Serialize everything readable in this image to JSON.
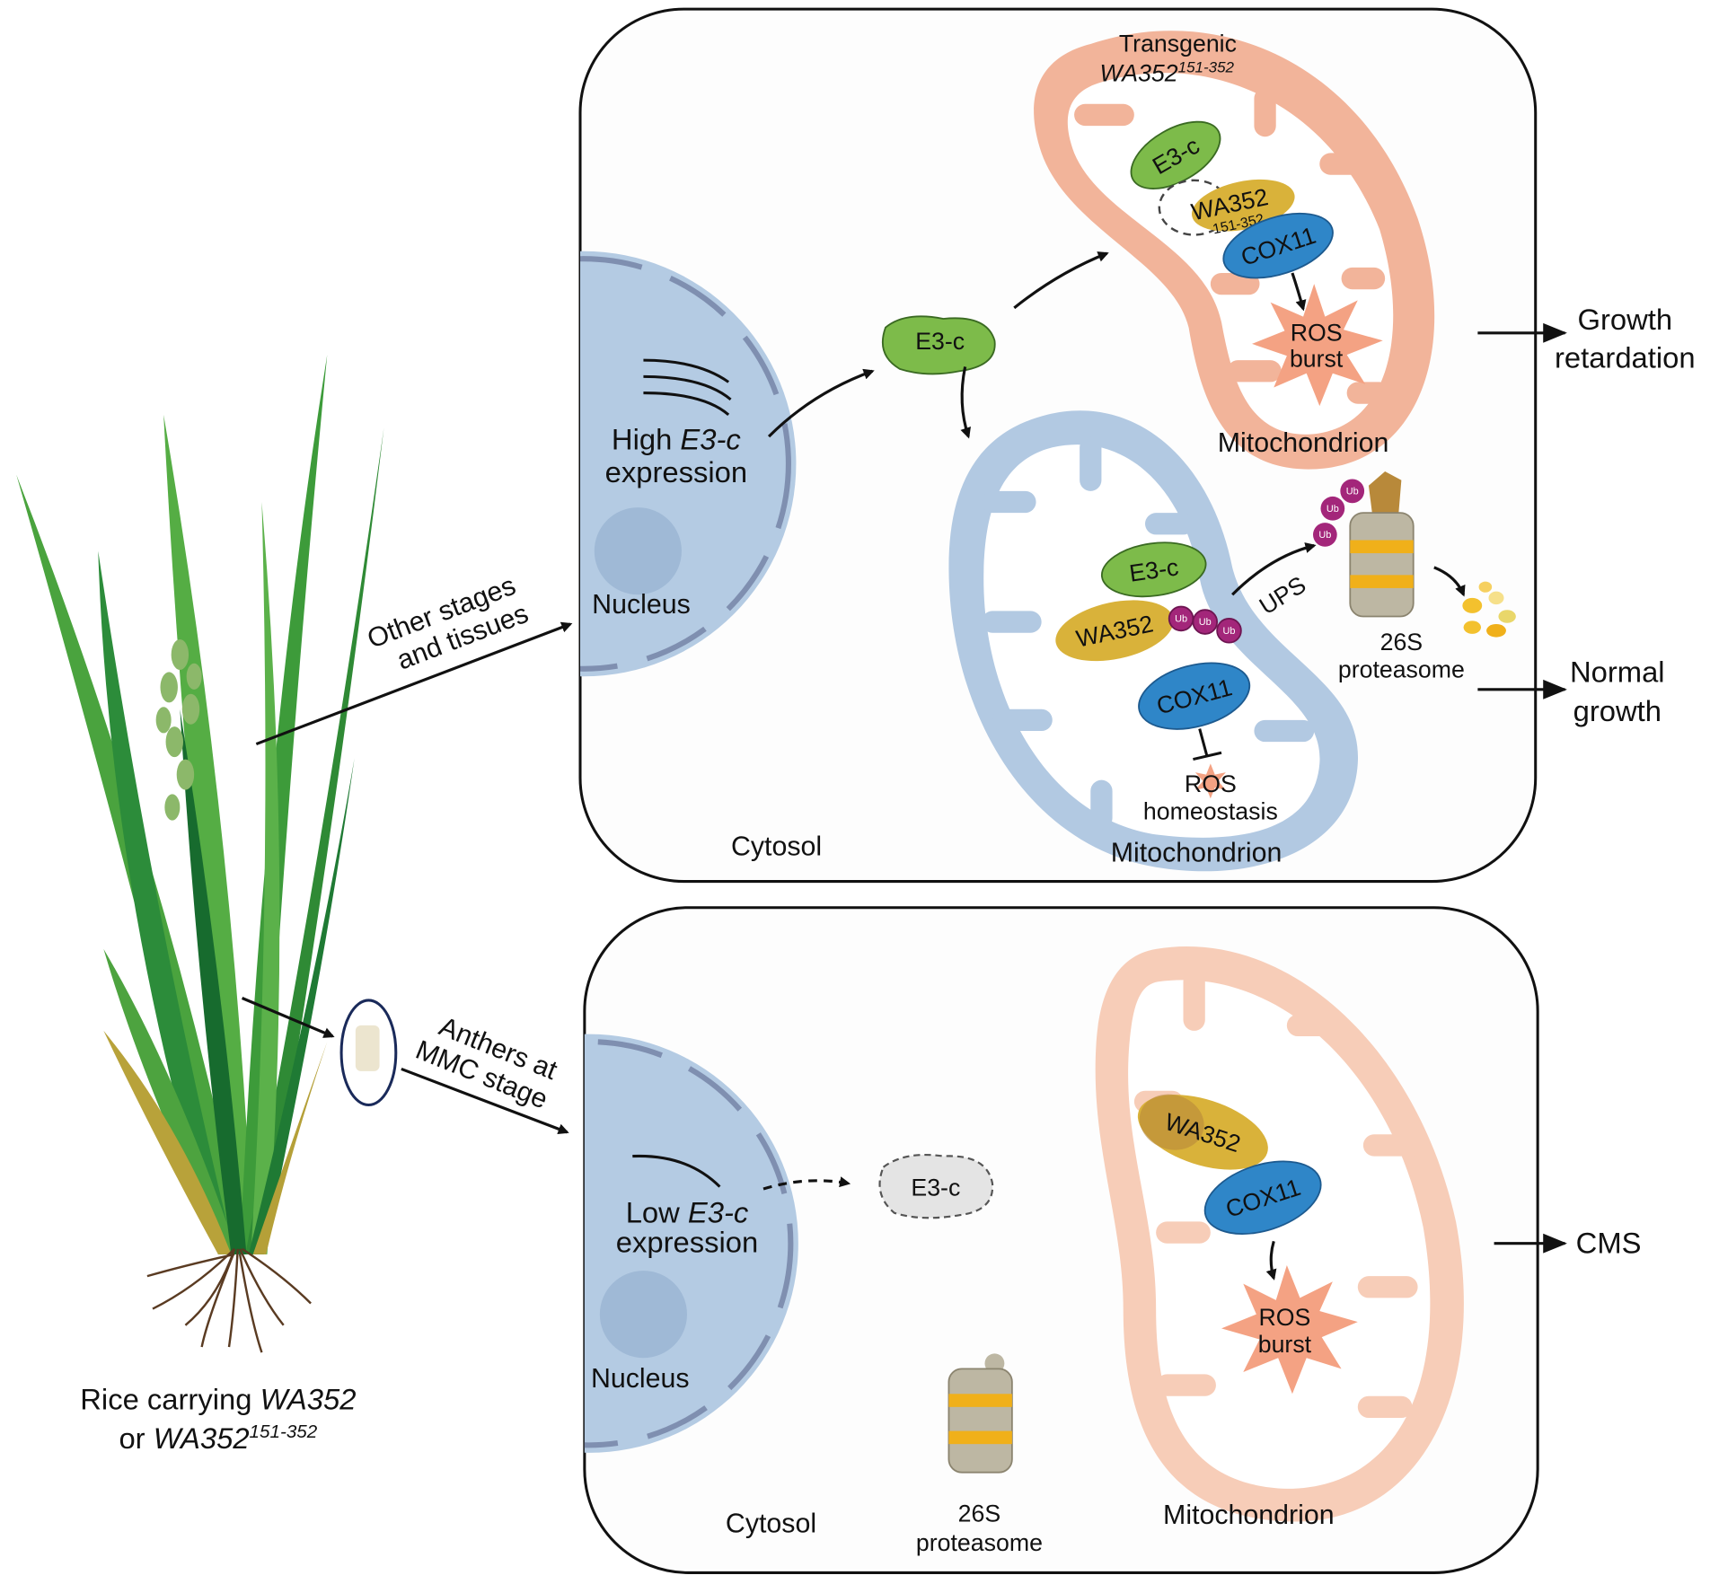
{
  "plant": {
    "caption_line1_prefix": "Rice carrying ",
    "caption_line1_gene": "WA352",
    "caption_line2_prefix": "or ",
    "caption_line2_gene": "WA352",
    "caption_line2_sup": "151-352"
  },
  "arrows": {
    "other_stages_line1": "Other stages",
    "other_stages_line2": "and tissues",
    "anthers_line1": "Anthers at",
    "anthers_line2": "MMC stage"
  },
  "top_panel": {
    "nucleus_label": "Nucleus",
    "expression_line1_prefix": "High ",
    "expression_line1_gene": "E3-c",
    "expression_line2": "expression",
    "cytosol_label": "Cytosol",
    "e3c_cytosol": "E3-c",
    "transgenic_mito": {
      "title_line1": "Transgenic",
      "title_gene": "WA352",
      "title_sup": "151-352",
      "e3c": "E3-c",
      "wa352": "WA352",
      "wa352_sup": "151-352",
      "cox11": "COX11",
      "ros_line1": "ROS",
      "ros_line2": "burst",
      "label": "Mitochondrion"
    },
    "normal_mito": {
      "e3c": "E3-c",
      "wa352": "WA352",
      "ub": "Ub",
      "cox11": "COX11",
      "ros_line1": "ROS",
      "ros_line2": "homeostasis",
      "label": "Mitochondrion"
    },
    "ups_label": "UPS",
    "proteasome_line1": "26S",
    "proteasome_line2": "proteasome",
    "outcome_growth_retardation_line1": "Growth",
    "outcome_growth_retardation_line2": "retardation",
    "outcome_normal_line1": "Normal",
    "outcome_normal_line2": "growth"
  },
  "bottom_panel": {
    "nucleus_label": "Nucleus",
    "expression_line1_prefix": "Low ",
    "expression_line1_gene": "E3-c",
    "expression_line2": "expression",
    "e3c_cytosol": "E3-c",
    "cytosol_label": "Cytosol",
    "proteasome_line1": "26S",
    "proteasome_line2": "proteasome",
    "mito": {
      "wa352": "WA352",
      "cox11": "COX11",
      "ros_line1": "ROS",
      "ros_line2": "burst",
      "label": "Mitochondrion"
    },
    "outcome": "CMS"
  },
  "colors": {
    "nucleus": "#b4cbe3",
    "mito_transgenic": "#f2b49a",
    "mito_normal": "#b2c9e2",
    "mito_cms": "#f7cdb8",
    "e3c": "#7dbb4a",
    "wa352": "#d9b23a",
    "cox11": "#2f86c8",
    "ros": "#f4a283",
    "ubiquitin": "#a3267a",
    "leaf": "#3d9b3a"
  }
}
